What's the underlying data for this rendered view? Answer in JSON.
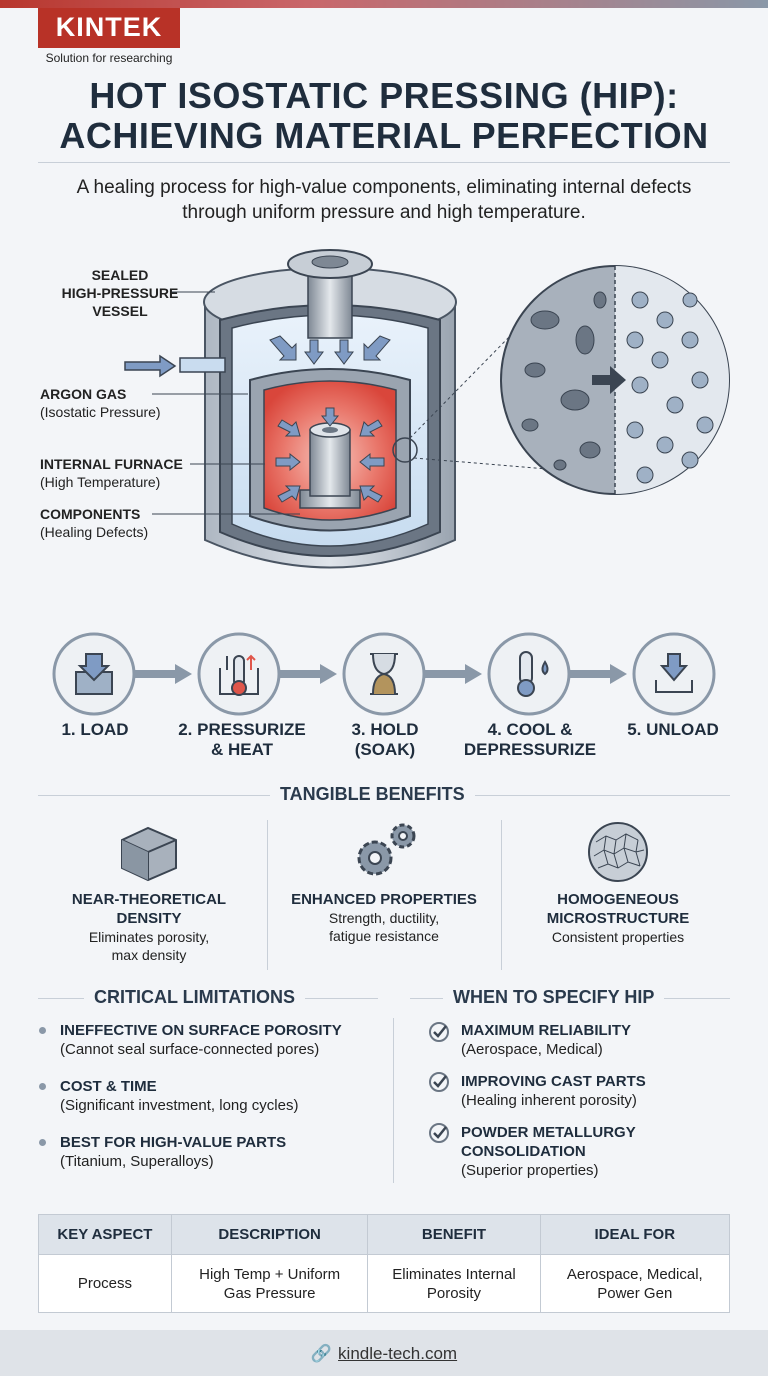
{
  "brand": {
    "name": "KINTEK",
    "tagline": "Solution for researching"
  },
  "header": {
    "title_line1": "HOT ISOSTATIC PRESSING (HIP):",
    "title_line2": "ACHIEVING MATERIAL PERFECTION",
    "subtitle_line1": "A healing process for high-value components, eliminating internal defects",
    "subtitle_line2": "through uniform pressure and high temperature."
  },
  "diagram": {
    "labels": [
      {
        "title": [
          "SEALED",
          "HIGH-PRESSURE",
          "VESSEL"
        ],
        "note": ""
      },
      {
        "title": [
          "ARGON GAS"
        ],
        "note": "(Isostatic Pressure)"
      },
      {
        "title": [
          "INTERNAL FURNACE"
        ],
        "note": "(High Temperature)"
      },
      {
        "title": [
          "COMPONENTS"
        ],
        "note": "(Healing Defects)"
      }
    ]
  },
  "process": {
    "steps": [
      {
        "line1": "1. LOAD",
        "line2": "",
        "icon": "load-tray-icon"
      },
      {
        "line1": "2. PRESSURIZE",
        "line2": "& HEAT",
        "icon": "thermometer-heat-icon"
      },
      {
        "line1": "3. HOLD",
        "line2": "(SOAK)",
        "icon": "hourglass-icon"
      },
      {
        "line1": "4. COOL &",
        "line2": "DEPRESSURIZE",
        "icon": "thermometer-cool-icon"
      },
      {
        "line1": "5. UNLOAD",
        "line2": "",
        "icon": "unload-tray-icon"
      }
    ]
  },
  "benefits": {
    "title": "TANGIBLE BENEFITS",
    "items": [
      {
        "title_line1": "NEAR-THEORETICAL",
        "title_line2": "DENSITY",
        "desc_line1": "Eliminates porosity,",
        "desc_line2": "max density",
        "icon": "dense-cube-icon"
      },
      {
        "title_line1": "ENHANCED PROPERTIES",
        "title_line2": "",
        "desc_line1": "Strength, ductility,",
        "desc_line2": "fatigue resistance",
        "icon": "gears-icon"
      },
      {
        "title_line1": "HOMOGENEOUS",
        "title_line2": "MICROSTRUCTURE",
        "desc_line1": "Consistent properties",
        "desc_line2": "",
        "icon": "grain-structure-icon"
      }
    ]
  },
  "limitations": {
    "title": "CRITICAL LIMITATIONS",
    "items": [
      {
        "title": "INEFFECTIVE ON SURFACE POROSITY",
        "desc": "(Cannot seal surface-connected pores)"
      },
      {
        "title": "COST & TIME",
        "desc": "(Significant investment, long cycles)"
      },
      {
        "title": "BEST FOR HIGH-VALUE PARTS",
        "desc": "(Titanium, Superalloys)"
      }
    ]
  },
  "specify": {
    "title": "WHEN TO SPECIFY HIP",
    "items": [
      {
        "title_line1": "MAXIMUM RELIABILITY",
        "title_line2": "",
        "desc": "(Aerospace, Medical)"
      },
      {
        "title_line1": "IMPROVING CAST PARTS",
        "title_line2": "",
        "desc": "(Healing inherent porosity)"
      },
      {
        "title_line1": "POWDER METALLURGY",
        "title_line2": "CONSOLIDATION",
        "desc": "(Superior properties)"
      }
    ]
  },
  "table": {
    "headers": [
      "KEY ASPECT",
      "DESCRIPTION",
      "BENEFIT",
      "IDEAL FOR"
    ],
    "rows": [
      [
        [
          "Process",
          ""
        ],
        [
          "High Temp + Uniform",
          "Gas Pressure"
        ],
        [
          "Eliminates Internal",
          "Porosity"
        ],
        [
          "Aerospace, Medical,",
          "Power Gen"
        ]
      ]
    ]
  },
  "footer": {
    "link": "kindle-tech.com",
    "icon": "link-icon"
  },
  "colors": {
    "brand_red": "#b83227",
    "navy": "#1f2d3d",
    "steel": "#8a98a8",
    "furnace_red": "#e0564a"
  }
}
